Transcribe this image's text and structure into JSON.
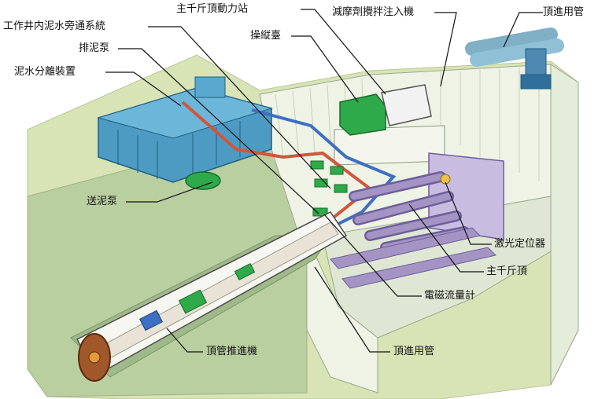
{
  "labels": {
    "main_jack_power_station": "主千斤頂動力站",
    "lubricant_injection_machine": "減摩劑攪拌注入機",
    "jacking_pipe_top": "頂進用管",
    "shaft_slurry_bypass_system": "工作井内泥水旁通系統",
    "control_room": "操縦臺",
    "slurry_discharge_pump": "排泥泵",
    "slurry_separation_unit": "泥水分離裝置",
    "slurry_feed_pump": "送泥泵",
    "laser_positioner": "激光定位器",
    "main_jack": "主千斤頂",
    "electromagnetic_flowmeter": "電磁流量計",
    "pipe_jacking_machine": "頂管推進機",
    "jacking_pipe_bottom": "頂進用管"
  },
  "colors": {
    "ground": "#d8e3b6",
    "shaft_wall": "#eef3e6",
    "machinery_blue": "#4d9bc2",
    "machinery_green": "#2faa4a",
    "jack_purple": "#a394c4",
    "slurry_red": "#d2553c",
    "slurry_blue": "#3d6fc2",
    "leader": "#111111"
  }
}
